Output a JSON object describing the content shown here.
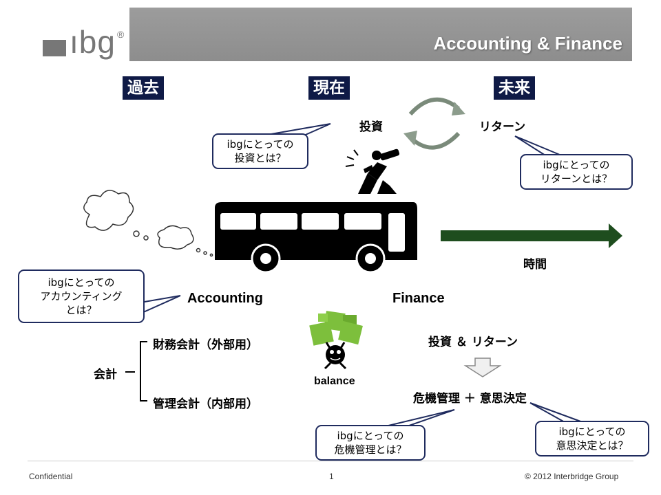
{
  "header": {
    "title": "Accounting & Finance"
  },
  "logo": {
    "text": "ıbg",
    "reg": "®"
  },
  "eras": {
    "past": "過去",
    "present": "現在",
    "future": "未来"
  },
  "cycle": {
    "investment": "投資",
    "return": "リターン"
  },
  "bubbles": {
    "investment": [
      "ibgにとっての",
      "投資とは？"
    ],
    "return": [
      "ibgにとっての",
      "リターンとは？"
    ],
    "accounting": [
      "ibgにとっての",
      "アカウンティング",
      "とは？"
    ],
    "risk": [
      "ibgにとっての",
      "危機管理とは？"
    ],
    "decision": [
      "ibgにとっての",
      "意思決定とは？"
    ]
  },
  "time_label": "時間",
  "accounting_label": "Accounting",
  "finance_label": "Finance",
  "balance_label": "balance",
  "kaikei": {
    "root": "会計",
    "financial": "財務会計（外部用）",
    "management": "管理会計（内部用）"
  },
  "finance_items": {
    "top": "投資 ＆ リターン",
    "bottom": "危機管理 ＋ 意思決定"
  },
  "footer": {
    "left": "Confidential",
    "page": "1",
    "right": "© 2012 Interbridge Group"
  },
  "colors": {
    "navy": "#0f1a46",
    "arrow_green": "#1e4d1e",
    "header_gray": "#8d8d8d"
  }
}
